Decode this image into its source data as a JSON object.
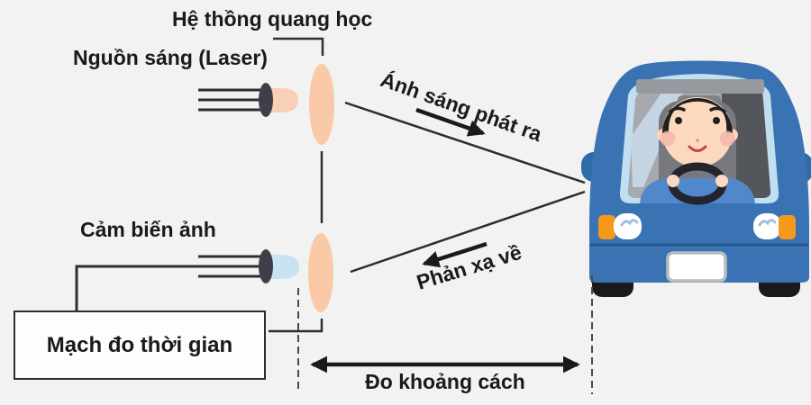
{
  "scene": {
    "description": "LIDAR distance-measurement diagram: laser source, optics, image sensor, timing circuit, and a car reflecting the beam",
    "background": "#f2f2f2"
  },
  "labels": {
    "optical_system": "Hệ thồng quang học",
    "light_source": "Nguồn sáng (Laser)",
    "image_sensor": "Cảm biến ảnh",
    "timing_circuit": "Mạch đo thời gian",
    "emitted_light": "Ánh sáng phát ra",
    "reflected_light": "Phản xạ về",
    "distance": "Đo khoảng cách"
  },
  "components": {
    "laser_diode": "laser-diode-icon",
    "photodiode": "photodiode-icon",
    "emitter_lens": "lens-icon",
    "receiver_lens": "lens-icon",
    "target": "car-front-illustration"
  },
  "colors": {
    "background": "#f2f2f2",
    "text": "#1a1a1a",
    "line": "#2e2e2e",
    "lens_fill": "#f9c9a8",
    "laser_glow": "#f9cfb5",
    "sensor_glow": "#c9e3f4",
    "component_dark": "#3f3f49",
    "car_body_blue": "#3a73b4",
    "headlight_orange": "#f5991d",
    "skin": "#fcd9be",
    "shirt_blue": "#5088c9"
  }
}
